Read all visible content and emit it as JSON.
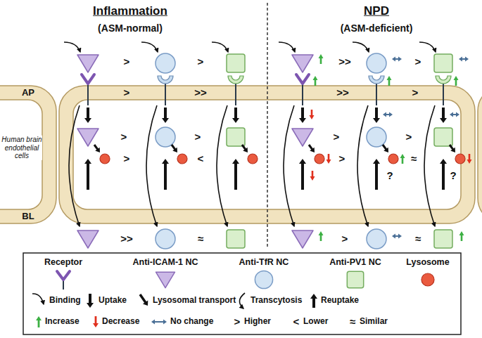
{
  "diagram": {
    "labels": [
      "Inflammation",
      "(ASM-normal)",
      "NPD",
      "(ASM-deficient)",
      "AP",
      "Human brain endothelial cells",
      "BL",
      ">",
      ">",
      ">",
      ">>",
      ">",
      ">",
      ">",
      "<",
      ">>",
      "≈",
      ">>",
      ">",
      ">>",
      ">",
      ">",
      ">",
      ">",
      "≈",
      "?",
      "?",
      ">",
      "≈",
      ">",
      "<",
      "≈"
    ],
    "legend": [
      {
        "text": "Receptor"
      },
      {
        "text": "Anti-ICAM-1 NC"
      },
      {
        "text": "Anti-TfR NC"
      },
      {
        "text": "Anti-PV1 NC"
      },
      {
        "text": "Lysosome"
      },
      {
        "text": "Binding"
      },
      {
        "text": "Uptake"
      },
      {
        "text": "Lysosomal transport"
      },
      {
        "text": "Transcytosis"
      },
      {
        "text": "Reuptake"
      },
      {
        "text": "Increase"
      },
      {
        "text": "Decrease"
      },
      {
        "text": "No change"
      },
      {
        "text": "Higher"
      },
      {
        "text": "Lower"
      },
      {
        "text": "Similar"
      }
    ]
  }
}
